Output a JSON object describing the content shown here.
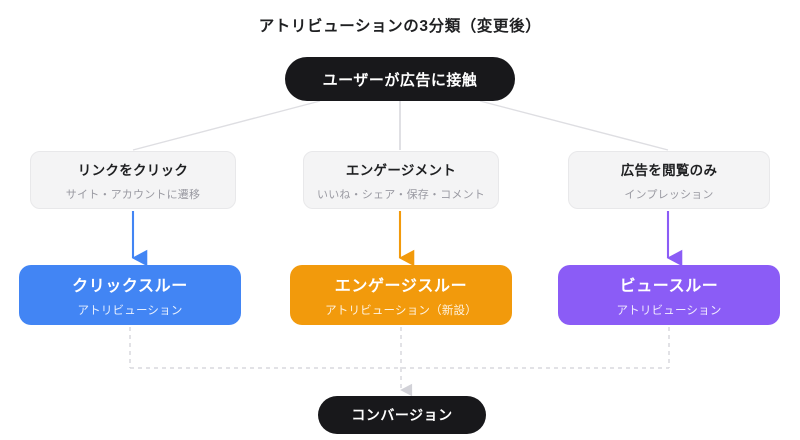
{
  "title": "アトリビューションの3分類（変更後）",
  "colors": {
    "dark": "#18181b",
    "gray_box": "#f4f4f5",
    "click_blue": "#4285f4",
    "engage_orange": "#f29a0c",
    "view_purple": "#8b5cf6",
    "edge_gray": "#d9d9dd"
  },
  "source_node": {
    "label": "ユーザーが広告に接触"
  },
  "channels": [
    {
      "title": "リンクをクリック",
      "subtitle": "サイト・アカウントに遷移"
    },
    {
      "title": "エンゲージメント",
      "subtitle": "いいね・シェア・保存・コメント"
    },
    {
      "title": "広告を閲覧のみ",
      "subtitle": "インプレッション"
    }
  ],
  "outcomes": [
    {
      "title": "クリックスルー",
      "subtitle": "アトリビューション",
      "color": "#4285f4"
    },
    {
      "title": "エンゲージスルー",
      "subtitle": "アトリビューション（新設）",
      "color": "#f29a0c"
    },
    {
      "title": "ビュースルー",
      "subtitle": "アトリビューション",
      "color": "#8b5cf6"
    }
  ],
  "conversion_node": {
    "label": "コンバージョン"
  }
}
